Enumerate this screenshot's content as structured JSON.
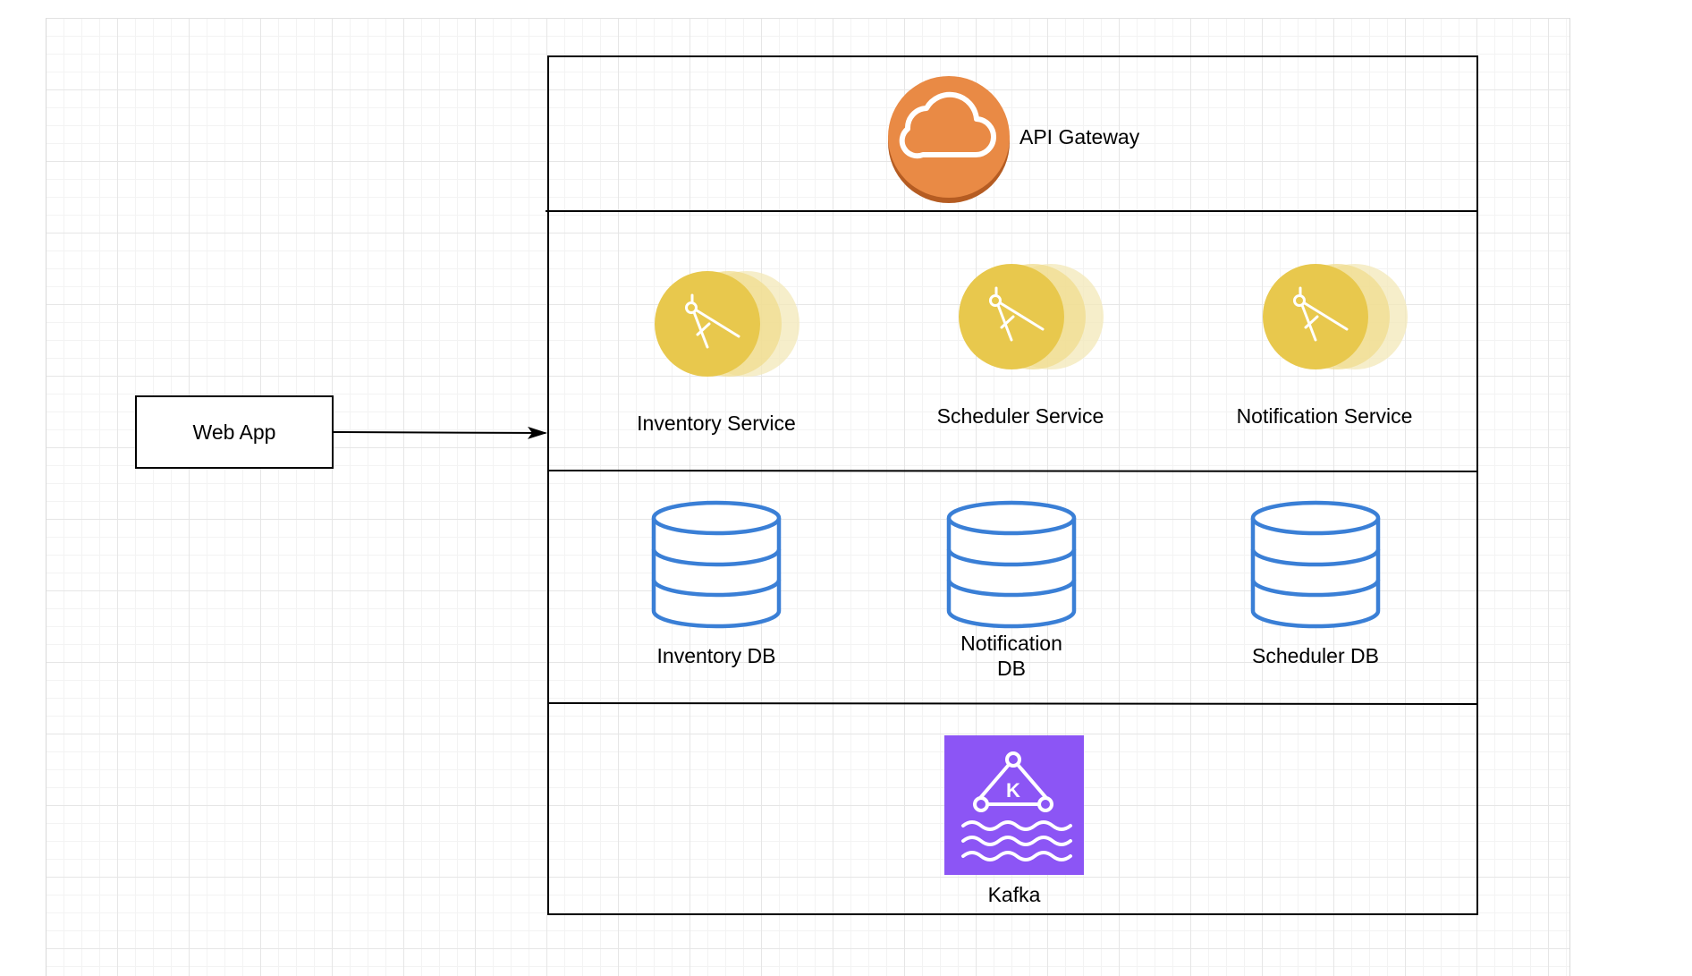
{
  "diagram": {
    "web_app": {
      "label": "Web App"
    },
    "api_gateway": {
      "label": "API Gateway",
      "icon": "cloud-icon",
      "color": "#e98a45"
    },
    "services": [
      {
        "label": "Inventory Service",
        "icon": "compass-icon"
      },
      {
        "label": "Scheduler Service",
        "icon": "compass-icon"
      },
      {
        "label": "Notification Service",
        "icon": "compass-icon"
      }
    ],
    "service_color": "#e8c84d",
    "databases": [
      {
        "label": "Inventory DB",
        "icon": "database-icon"
      },
      {
        "label": "Notification DB",
        "icon": "database-icon"
      },
      {
        "label": "Scheduler DB",
        "icon": "database-icon"
      }
    ],
    "database_color": "#3a7fd6",
    "kafka": {
      "label": "Kafka",
      "icon": "kafka-icon",
      "color": "#8c55f5"
    }
  }
}
